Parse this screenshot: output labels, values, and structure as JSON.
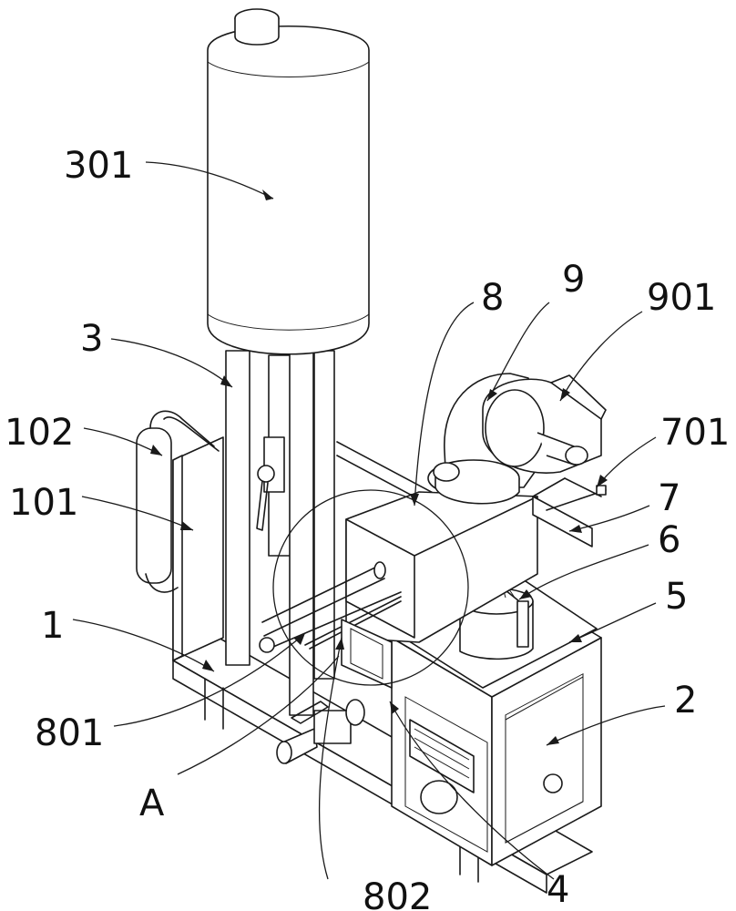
{
  "labels": {
    "l301": "301",
    "l3": "3",
    "l102": "102",
    "l101": "101",
    "l1": "1",
    "l801": "801",
    "lA": "A",
    "l802": "802",
    "l4": "4",
    "l2": "2",
    "l5": "5",
    "l6": "6",
    "l7": "7",
    "l701": "701",
    "l901": "901",
    "l9": "9",
    "l8": "8"
  }
}
